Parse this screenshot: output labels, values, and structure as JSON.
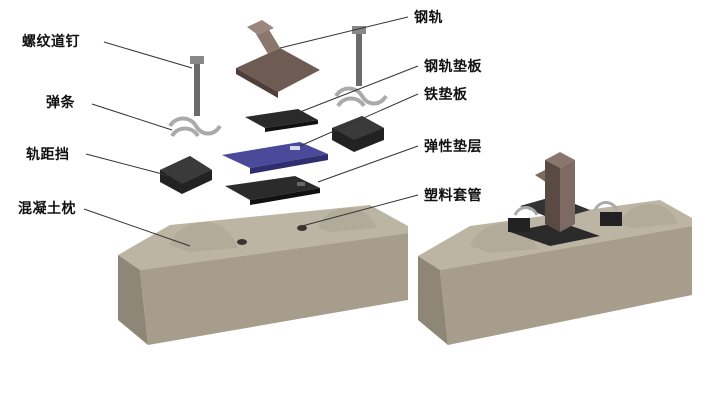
{
  "labels": {
    "rail": "钢轨",
    "rail_pad": "钢轨垫板",
    "iron_pad": "铁垫板",
    "elastic_layer": "弹性垫层",
    "plastic_sleeve": "塑料套管",
    "spike": "螺纹道钉",
    "clip": "弹条",
    "gauge_block": "轨距挡",
    "sleeper": "混凝土枕"
  },
  "colors": {
    "concrete": "#a69d8c",
    "concrete_dark": "#877f6f",
    "concrete_light": "#c1b9a8",
    "rail": "#7d6a62",
    "rail_dark": "#5a4a44",
    "iron_pad": "#4b4a9a",
    "black_pad": "#2a2a2a",
    "leader_line": "#333333"
  }
}
